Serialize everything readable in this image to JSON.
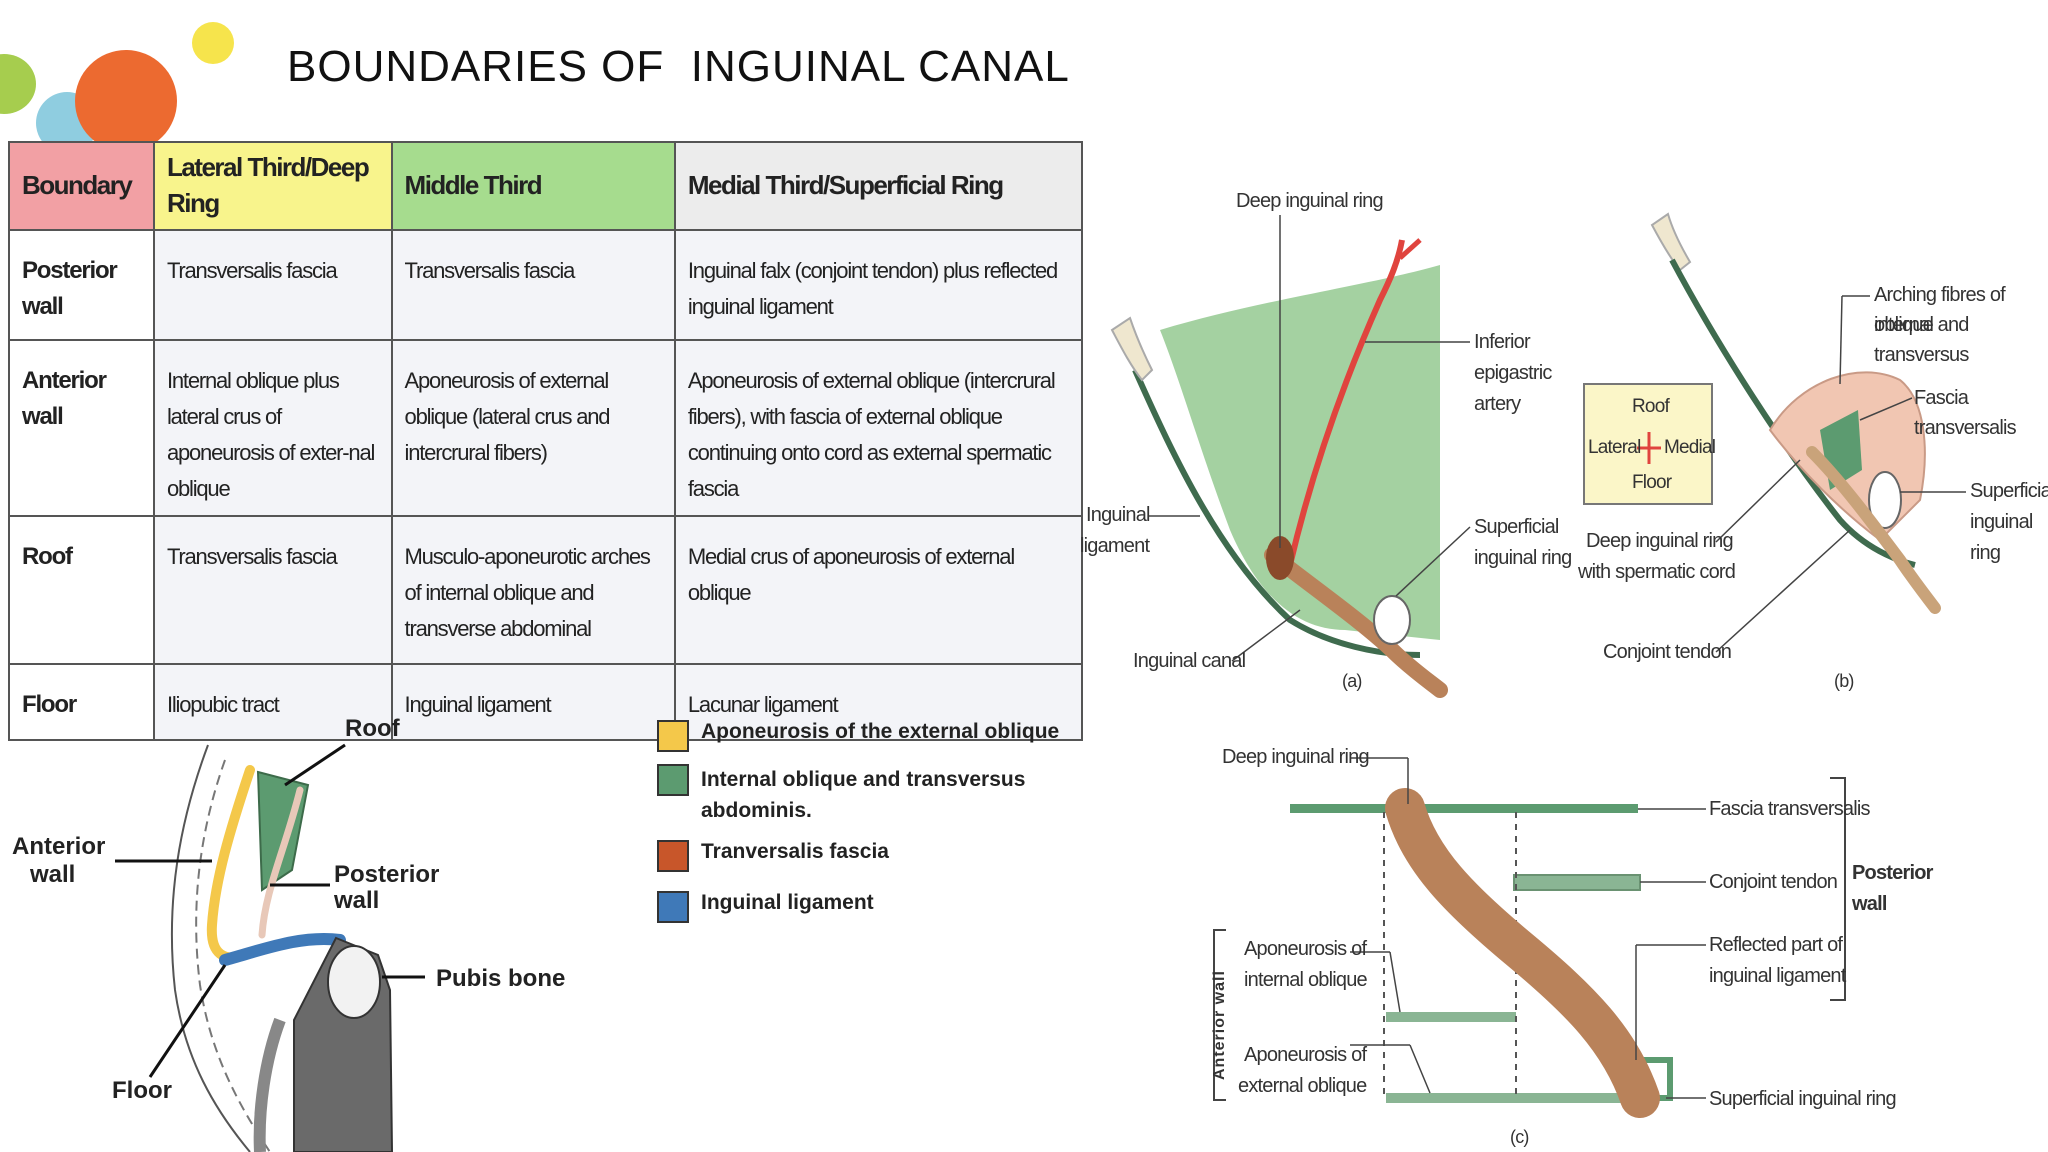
{
  "title": "BOUNDARIES OF  INGUINAL CANAL",
  "colors": {
    "dot_green": "#a6cd4e",
    "dot_blue": "#8fcde0",
    "dot_orange": "#ec6a30",
    "dot_yellow": "#f6e44c",
    "header_boundary": "#f2a0a4",
    "header_lateral": "#f8f48c",
    "header_middle": "#a6dc8e",
    "header_medial": "#ececec",
    "muscle_green": "#5d9b6e",
    "artery_red": "#e0443e",
    "cord_brown": "#b9825a"
  },
  "table": {
    "headers": [
      "Boundary",
      "Lateral Third/Deep Ring",
      "Middle Third",
      "Medial Third/Superficial Ring"
    ],
    "rows": [
      {
        "boundary": "Posterior wall",
        "lateral": "Transversalis fascia",
        "middle": "Transversalis fascia",
        "medial": "Inguinal falx (conjoint tendon) plus reflected inguinal ligament"
      },
      {
        "boundary": "Anterior wall",
        "lateral": "Internal oblique plus lateral crus of aponeurosis of exter-nal oblique",
        "middle": "Aponeurosis of external oblique (lateral crus and intercrural fibers)",
        "medial": "Aponeurosis of external oblique (intercrural fibers), with fascia of external oblique continuing onto cord as external spermatic fascia"
      },
      {
        "boundary": "Roof",
        "lateral": "Transversalis fascia",
        "middle": "Musculo-aponeurotic arches of internal oblique and transverse abdominal",
        "medial": "Medial crus of aponeurosis of external oblique"
      },
      {
        "boundary": "Floor",
        "lateral": "Iliopubic tract",
        "middle": "Inguinal ligament",
        "medial": "Lacunar ligament"
      }
    ]
  },
  "sagittal_diagram": {
    "labels": {
      "roof": "Roof",
      "anterior_wall_1": "Anterior",
      "anterior_wall_2": "wall",
      "posterior_wall_1": "Posterior",
      "posterior_wall_2": "wall",
      "pubis": "Pubis bone",
      "floor": "Floor"
    }
  },
  "legend": [
    {
      "label": "Aponeurosis of the external oblique",
      "color": "#f4c84a"
    },
    {
      "label": "Internal oblique and transversus abdominis.",
      "color": "#5c9b70"
    },
    {
      "label": "Tranversalis fascia",
      "color": "#c8562a"
    },
    {
      "label": "Inguinal ligament",
      "color": "#3f79b8"
    }
  ],
  "diagram_a": {
    "labels": {
      "deep_ring": "Deep inguinal ring",
      "artery_1": "Inferior",
      "artery_2": "epigastric",
      "artery_3": "artery",
      "ligament_1": "Inguinal",
      "ligament_2": "ligament",
      "superficial_1": "Superficial",
      "superficial_2": "inguinal ring",
      "canal": "Inguinal canal",
      "caption": "(a)"
    }
  },
  "diagram_b": {
    "labels": {
      "arching_1": "Arching fibres of internal",
      "arching_2": "oblique and transversus",
      "fascia": "Fascia transversalis",
      "sup_1": "Superficial",
      "sup_2": "inguinal",
      "sup_3": "ring",
      "deep_1": "Deep inguinal ring",
      "deep_2": "with spermatic cord",
      "conjoint": "Conjoint tendon",
      "caption": "(b)"
    },
    "inset": {
      "roof": "Roof",
      "lateral": "Lateral",
      "medial": "Medial",
      "floor": "Floor"
    }
  },
  "diagram_c": {
    "labels": {
      "deep_ring": "Deep inguinal ring",
      "fascia": "Fascia transversalis",
      "conjoint": "Conjoint tendon",
      "reflected_1": "Reflected part of",
      "reflected_2": "inguinal ligament",
      "superficial": "Superficial inguinal ring",
      "posterior_1": "Posterior",
      "posterior_2": "wall",
      "anterior_wall": "Anterior wall",
      "apo_int_1": "Aponeurosis of",
      "apo_int_2": "internal oblique",
      "apo_ext_1": "Aponeurosis of",
      "apo_ext_2": "external oblique",
      "caption": "(c)"
    }
  }
}
